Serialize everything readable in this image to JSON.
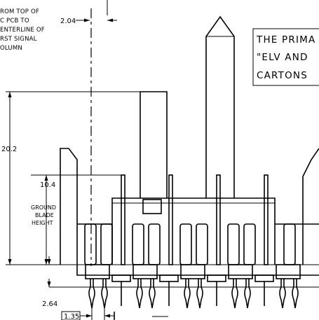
{
  "note_from_top": [
    "ROM TOP OF",
    "C PCB TO",
    "ENTERLINE OF",
    "RST SIGNAL",
    "OLUMN"
  ],
  "dimensions": {
    "d_2_04": "2.04",
    "d_20_2": "20.2",
    "d_10_4": "10.4",
    "d_2_64": "2.64",
    "d_1_35": "1.35"
  },
  "ground_blade_label": [
    "GROUND",
    "BLADE",
    "HEIGHT"
  ],
  "boxed_note": [
    "THE PRIMA",
    "\"ELV AND",
    "CARTONS"
  ]
}
